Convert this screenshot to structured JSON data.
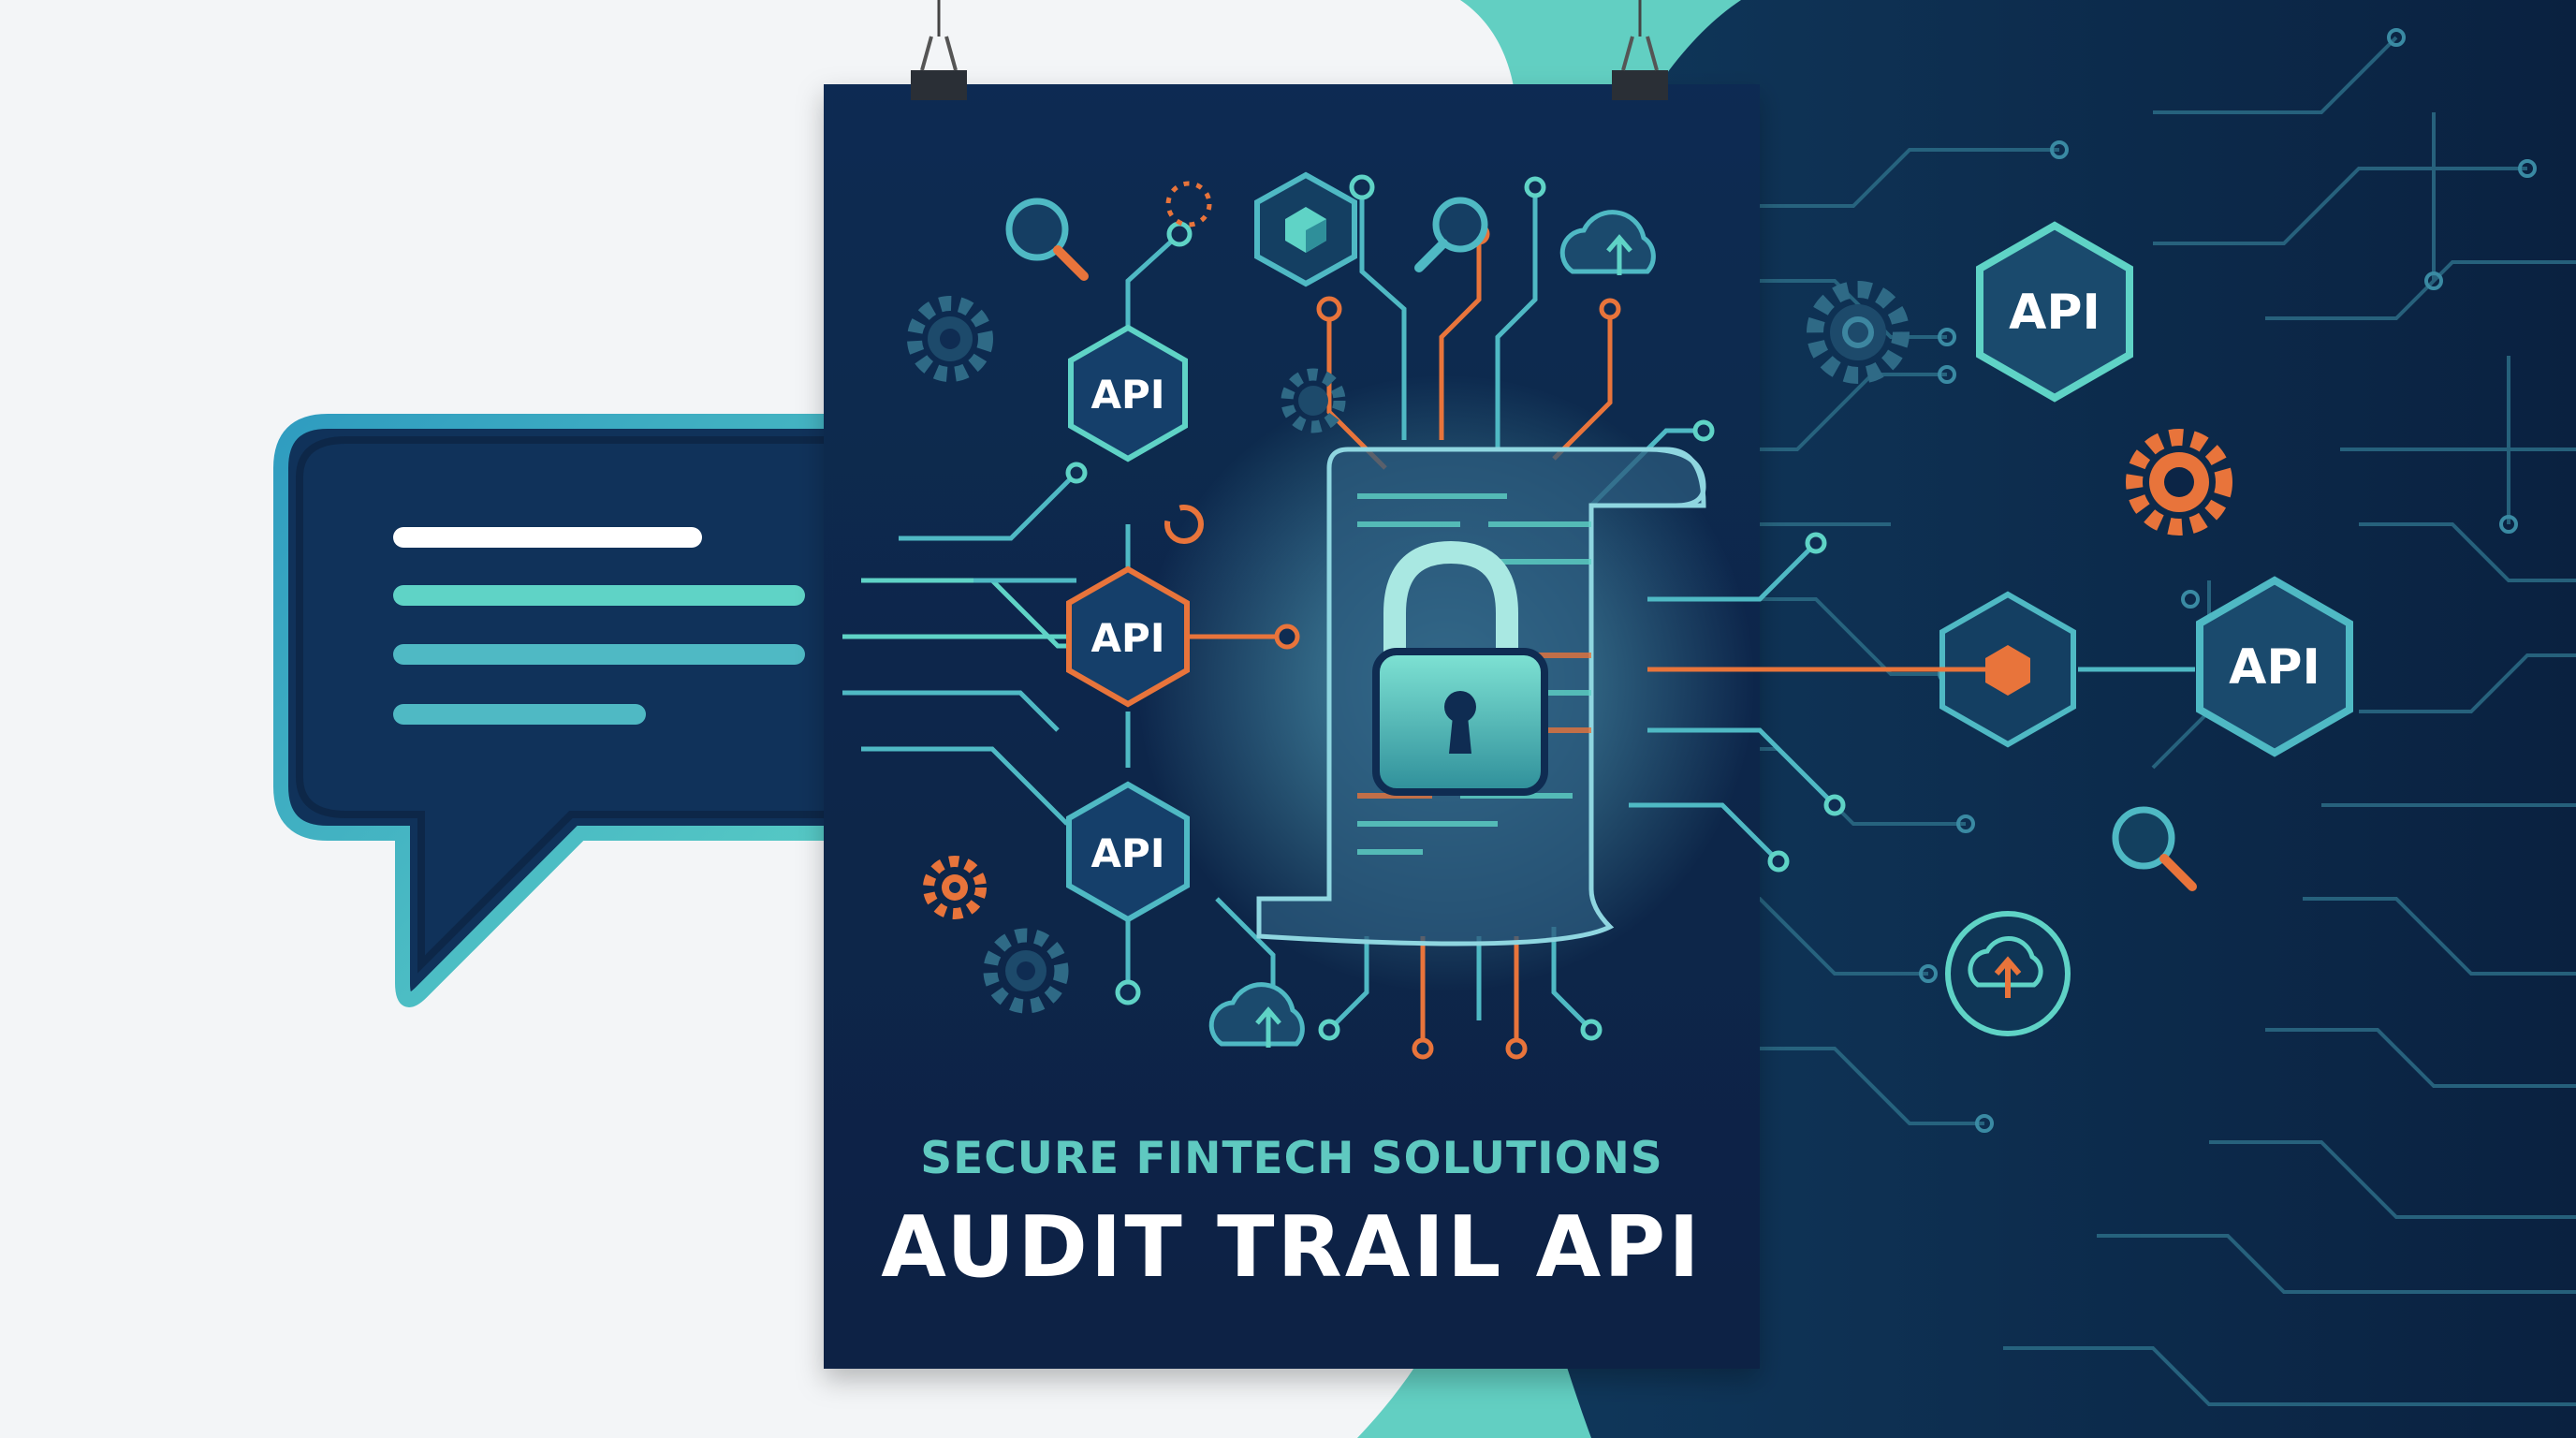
{
  "poster": {
    "subtitle": "SECURE FINTECH SOLUTIONS",
    "title": "AUDIT TRAIL API"
  },
  "badges": {
    "api_top": "API",
    "api_middle": "API",
    "api_lower": "API",
    "api_right_top": "API",
    "api_right_mid": "API"
  },
  "colors": {
    "page_background": "#f3f5f7",
    "poster_navy": "#0e2a4e",
    "panel_navy": "#0c2546",
    "accent_teal": "#5fd3c6",
    "accent_orange": "#e8743b",
    "text_white": "#ffffff"
  },
  "icons": [
    "chat-bubble-icon",
    "padlock-icon",
    "scroll-document-icon",
    "gear-icon",
    "magnifier-icon",
    "cloud-upload-icon",
    "cube-icon",
    "binder-clip-icon"
  ]
}
